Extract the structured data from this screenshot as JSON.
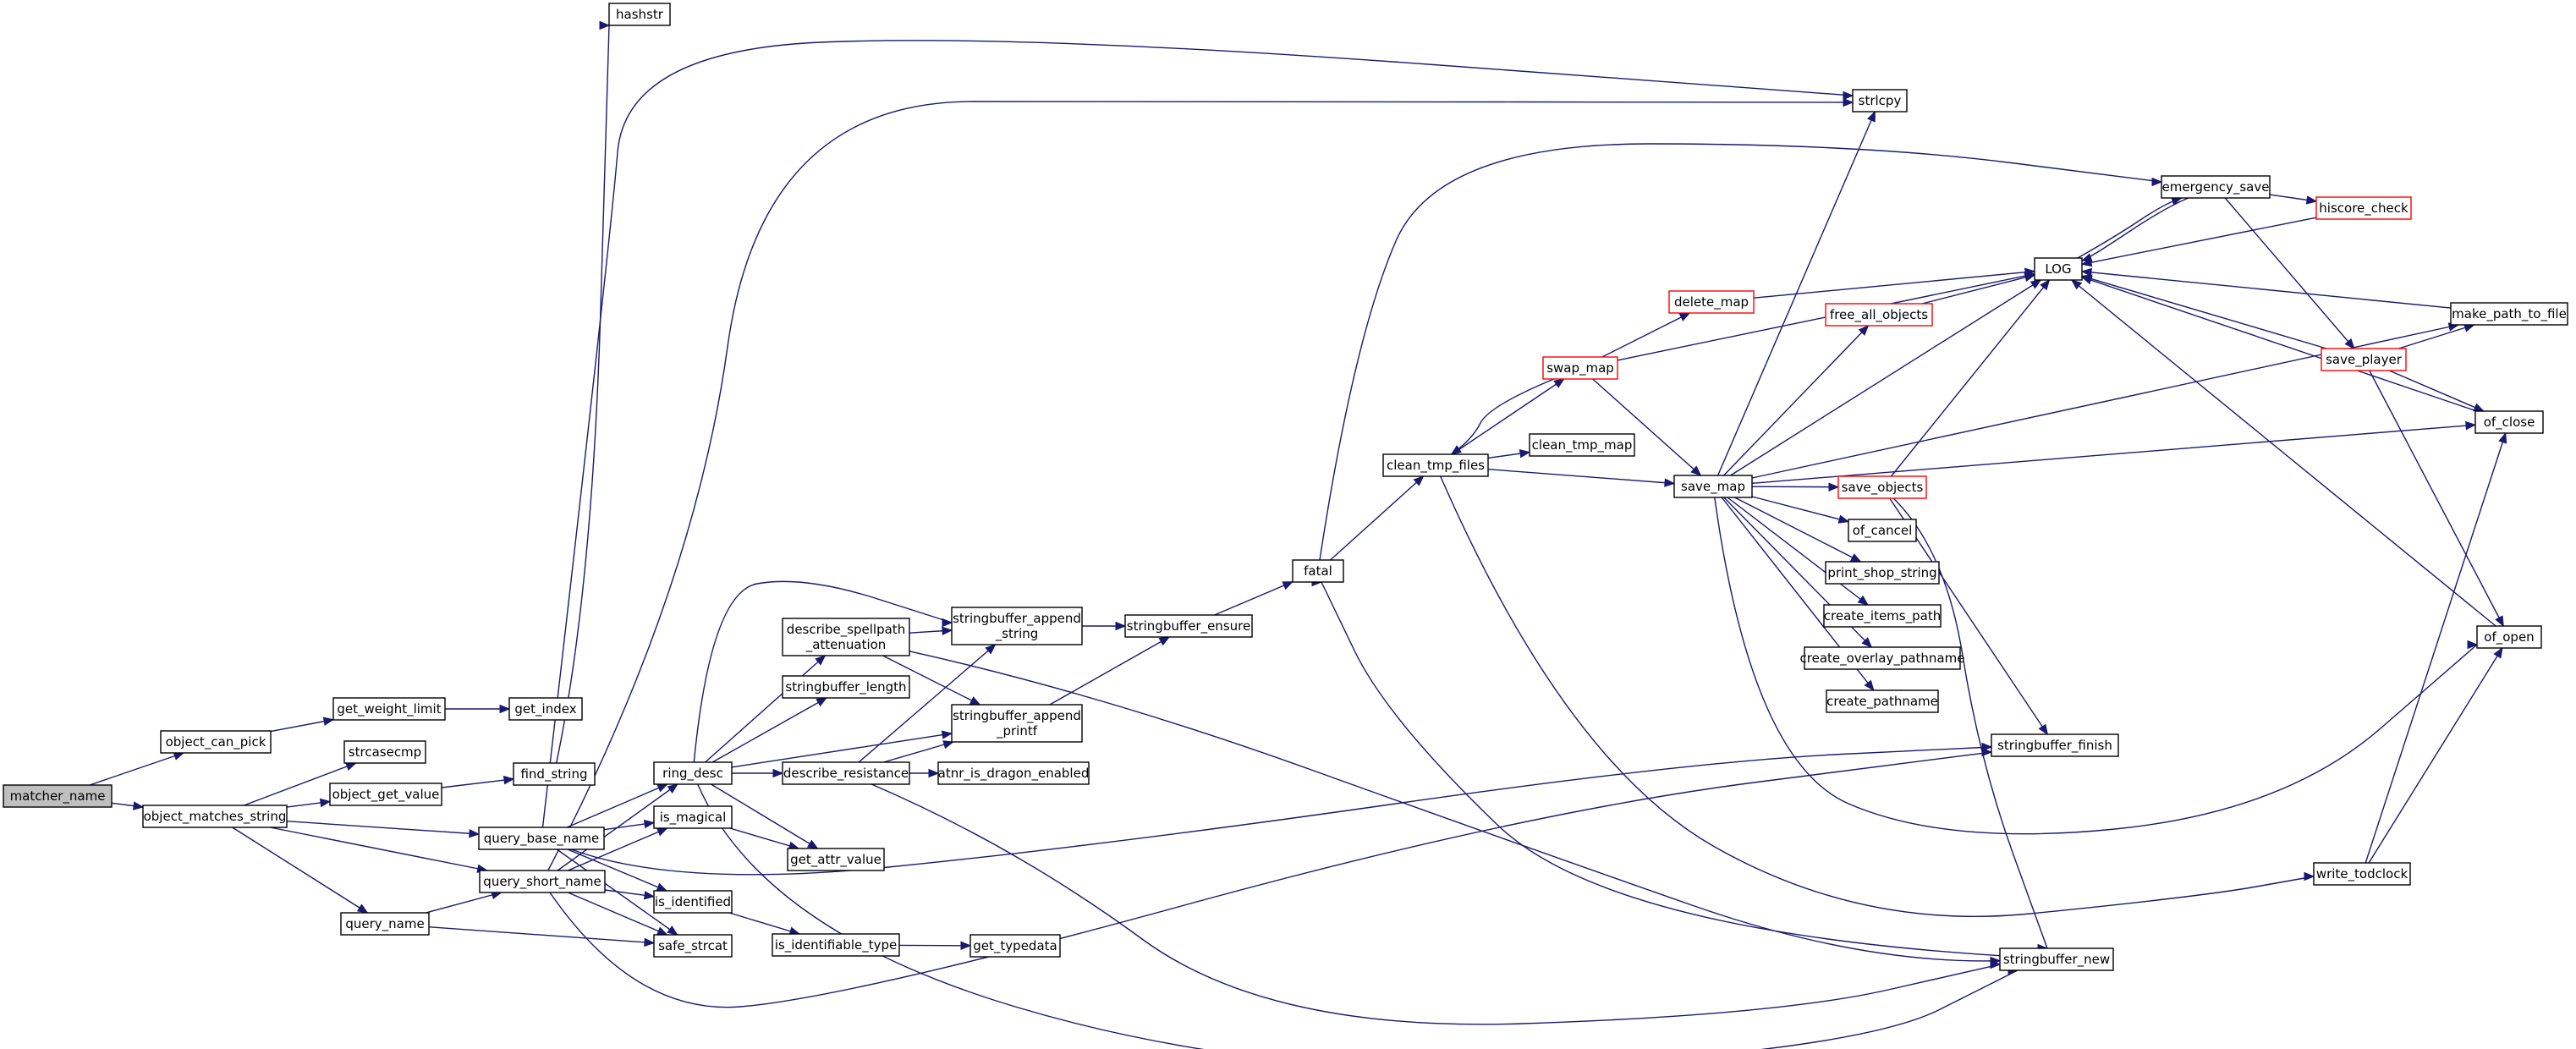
{
  "nodes": [
    {
      "id": "matcher_name",
      "label": [
        "matcher_name"
      ],
      "root": true
    },
    {
      "id": "object_can_pick",
      "label": [
        "object_can_pick"
      ]
    },
    {
      "id": "object_matches_string",
      "label": [
        "object_matches_string"
      ]
    },
    {
      "id": "get_weight_limit",
      "label": [
        "get_weight_limit"
      ]
    },
    {
      "id": "get_index",
      "label": [
        "get_index"
      ]
    },
    {
      "id": "strcasecmp",
      "label": [
        "strcasecmp"
      ]
    },
    {
      "id": "object_get_value",
      "label": [
        "object_get_value"
      ]
    },
    {
      "id": "find_string",
      "label": [
        "find_string"
      ]
    },
    {
      "id": "hashstr",
      "label": [
        "hashstr"
      ]
    },
    {
      "id": "query_base_name",
      "label": [
        "query_base_name"
      ]
    },
    {
      "id": "query_short_name",
      "label": [
        "query_short_name"
      ]
    },
    {
      "id": "query_name",
      "label": [
        "query_name"
      ]
    },
    {
      "id": "ring_desc",
      "label": [
        "ring_desc"
      ]
    },
    {
      "id": "is_magical",
      "label": [
        "is_magical"
      ]
    },
    {
      "id": "is_identified",
      "label": [
        "is_identified"
      ]
    },
    {
      "id": "safe_strcat",
      "label": [
        "safe_strcat"
      ]
    },
    {
      "id": "describe_spellpath_attenuation",
      "label": [
        "describe_spellpath",
        "_attenuation"
      ]
    },
    {
      "id": "stringbuffer_length",
      "label": [
        "stringbuffer_length"
      ]
    },
    {
      "id": "describe_resistance",
      "label": [
        "describe_resistance"
      ]
    },
    {
      "id": "get_attr_value",
      "label": [
        "get_attr_value"
      ]
    },
    {
      "id": "is_identifiable_type",
      "label": [
        "is_identifiable_type"
      ]
    },
    {
      "id": "get_typedata",
      "label": [
        "get_typedata"
      ]
    },
    {
      "id": "stringbuffer_append_string",
      "label": [
        "stringbuffer_append",
        "_string"
      ]
    },
    {
      "id": "stringbuffer_append_printf",
      "label": [
        "stringbuffer_append",
        "_printf"
      ]
    },
    {
      "id": "atnr_is_dragon_enabled",
      "label": [
        "atnr_is_dragon_enabled"
      ]
    },
    {
      "id": "stringbuffer_ensure",
      "label": [
        "stringbuffer_ensure"
      ]
    },
    {
      "id": "fatal",
      "label": [
        "fatal"
      ]
    },
    {
      "id": "clean_tmp_files",
      "label": [
        "clean_tmp_files"
      ]
    },
    {
      "id": "swap_map",
      "label": [
        "swap_map"
      ],
      "truncated": true
    },
    {
      "id": "clean_tmp_map",
      "label": [
        "clean_tmp_map"
      ]
    },
    {
      "id": "delete_map",
      "label": [
        "delete_map"
      ],
      "truncated": true
    },
    {
      "id": "save_map",
      "label": [
        "save_map"
      ]
    },
    {
      "id": "free_all_objects",
      "label": [
        "free_all_objects"
      ],
      "truncated": true
    },
    {
      "id": "save_objects",
      "label": [
        "save_objects"
      ],
      "truncated": true
    },
    {
      "id": "of_cancel",
      "label": [
        "of_cancel"
      ]
    },
    {
      "id": "print_shop_string",
      "label": [
        "print_shop_string"
      ]
    },
    {
      "id": "create_items_path",
      "label": [
        "create_items_path"
      ]
    },
    {
      "id": "create_overlay_pathname",
      "label": [
        "create_overlay_pathname"
      ]
    },
    {
      "id": "create_pathname",
      "label": [
        "create_pathname"
      ]
    },
    {
      "id": "strlcpy",
      "label": [
        "strlcpy"
      ]
    },
    {
      "id": "LOG",
      "label": [
        "LOG"
      ]
    },
    {
      "id": "emergency_save",
      "label": [
        "emergency_save"
      ]
    },
    {
      "id": "hiscore_check",
      "label": [
        "hiscore_check"
      ],
      "truncated": true
    },
    {
      "id": "save_player",
      "label": [
        "save_player"
      ],
      "truncated": true
    },
    {
      "id": "make_path_to_file",
      "label": [
        "make_path_to_file"
      ]
    },
    {
      "id": "of_close",
      "label": [
        "of_close"
      ]
    },
    {
      "id": "of_open",
      "label": [
        "of_open"
      ]
    },
    {
      "id": "stringbuffer_finish",
      "label": [
        "stringbuffer_finish"
      ]
    },
    {
      "id": "stringbuffer_new",
      "label": [
        "stringbuffer_new"
      ]
    },
    {
      "id": "write_todclock",
      "label": [
        "write_todclock"
      ]
    }
  ],
  "edges": [
    [
      "matcher_name",
      "object_can_pick"
    ],
    [
      "matcher_name",
      "object_matches_string"
    ],
    [
      "object_can_pick",
      "get_weight_limit"
    ],
    [
      "get_weight_limit",
      "get_index"
    ],
    [
      "object_matches_string",
      "strcasecmp"
    ],
    [
      "object_matches_string",
      "object_get_value"
    ],
    [
      "object_matches_string",
      "query_base_name"
    ],
    [
      "object_matches_string",
      "query_short_name"
    ],
    [
      "object_matches_string",
      "query_name"
    ],
    [
      "object_get_value",
      "find_string"
    ],
    [
      "find_string",
      "hashstr"
    ],
    [
      "query_base_name",
      "strlcpy"
    ],
    [
      "query_base_name",
      "ring_desc"
    ],
    [
      "query_base_name",
      "is_magical"
    ],
    [
      "query_base_name",
      "is_identified"
    ],
    [
      "query_base_name",
      "safe_strcat"
    ],
    [
      "query_base_name",
      "stringbuffer_finish"
    ],
    [
      "query_short_name",
      "strlcpy"
    ],
    [
      "query_short_name",
      "ring_desc"
    ],
    [
      "query_short_name",
      "is_magical"
    ],
    [
      "query_short_name",
      "is_identified"
    ],
    [
      "query_short_name",
      "safe_strcat"
    ],
    [
      "query_short_name",
      "stringbuffer_finish"
    ],
    [
      "query_name",
      "query_short_name"
    ],
    [
      "query_name",
      "safe_strcat"
    ],
    [
      "ring_desc",
      "stringbuffer_append_string"
    ],
    [
      "ring_desc",
      "describe_spellpath_attenuation"
    ],
    [
      "ring_desc",
      "stringbuffer_length"
    ],
    [
      "ring_desc",
      "stringbuffer_append_printf"
    ],
    [
      "ring_desc",
      "describe_resistance"
    ],
    [
      "ring_desc",
      "get_attr_value"
    ],
    [
      "ring_desc",
      "stringbuffer_new"
    ],
    [
      "is_magical",
      "get_attr_value"
    ],
    [
      "is_identified",
      "is_identifiable_type"
    ],
    [
      "is_identifiable_type",
      "get_typedata"
    ],
    [
      "describe_spellpath_attenuation",
      "stringbuffer_append_string"
    ],
    [
      "describe_spellpath_attenuation",
      "stringbuffer_append_printf"
    ],
    [
      "describe_spellpath_attenuation",
      "stringbuffer_new"
    ],
    [
      "describe_resistance",
      "stringbuffer_append_string"
    ],
    [
      "describe_resistance",
      "stringbuffer_append_printf"
    ],
    [
      "describe_resistance",
      "atnr_is_dragon_enabled"
    ],
    [
      "describe_resistance",
      "stringbuffer_new"
    ],
    [
      "stringbuffer_append_string",
      "stringbuffer_ensure"
    ],
    [
      "stringbuffer_append_printf",
      "stringbuffer_ensure"
    ],
    [
      "stringbuffer_ensure",
      "fatal"
    ],
    [
      "fatal",
      "emergency_save"
    ],
    [
      "fatal",
      "clean_tmp_files"
    ],
    [
      "clean_tmp_files",
      "swap_map"
    ],
    [
      "clean_tmp_files",
      "clean_tmp_map"
    ],
    [
      "clean_tmp_files",
      "save_map"
    ],
    [
      "clean_tmp_files",
      "write_todclock"
    ],
    [
      "swap_map",
      "delete_map"
    ],
    [
      "swap_map",
      "LOG"
    ],
    [
      "swap_map",
      "save_map"
    ],
    [
      "swap_map",
      "clean_tmp_files"
    ],
    [
      "delete_map",
      "LOG"
    ],
    [
      "save_map",
      "strlcpy"
    ],
    [
      "save_map",
      "LOG"
    ],
    [
      "save_map",
      "free_all_objects"
    ],
    [
      "save_map",
      "make_path_to_file"
    ],
    [
      "save_map",
      "of_close"
    ],
    [
      "save_map",
      "save_objects"
    ],
    [
      "save_map",
      "of_cancel"
    ],
    [
      "save_map",
      "print_shop_string"
    ],
    [
      "save_map",
      "create_items_path"
    ],
    [
      "save_map",
      "create_overlay_pathname"
    ],
    [
      "save_map",
      "create_pathname"
    ],
    [
      "save_map",
      "of_open"
    ],
    [
      "free_all_objects",
      "LOG"
    ],
    [
      "save_objects",
      "LOG"
    ],
    [
      "save_objects",
      "stringbuffer_finish"
    ],
    [
      "save_objects",
      "stringbuffer_new"
    ],
    [
      "stringbuffer_new",
      "fatal"
    ],
    [
      "emergency_save",
      "LOG"
    ],
    [
      "emergency_save",
      "hiscore_check"
    ],
    [
      "emergency_save",
      "save_player"
    ],
    [
      "hiscore_check",
      "LOG"
    ],
    [
      "save_player",
      "LOG"
    ],
    [
      "save_player",
      "make_path_to_file"
    ],
    [
      "save_player",
      "of_close"
    ],
    [
      "save_player",
      "of_open"
    ],
    [
      "make_path_to_file",
      "LOG"
    ],
    [
      "of_close",
      "LOG"
    ],
    [
      "of_open",
      "LOG"
    ],
    [
      "write_todclock",
      "of_open"
    ],
    [
      "write_todclock",
      "of_close"
    ],
    [
      "LOG",
      "emergency_save"
    ]
  ]
}
